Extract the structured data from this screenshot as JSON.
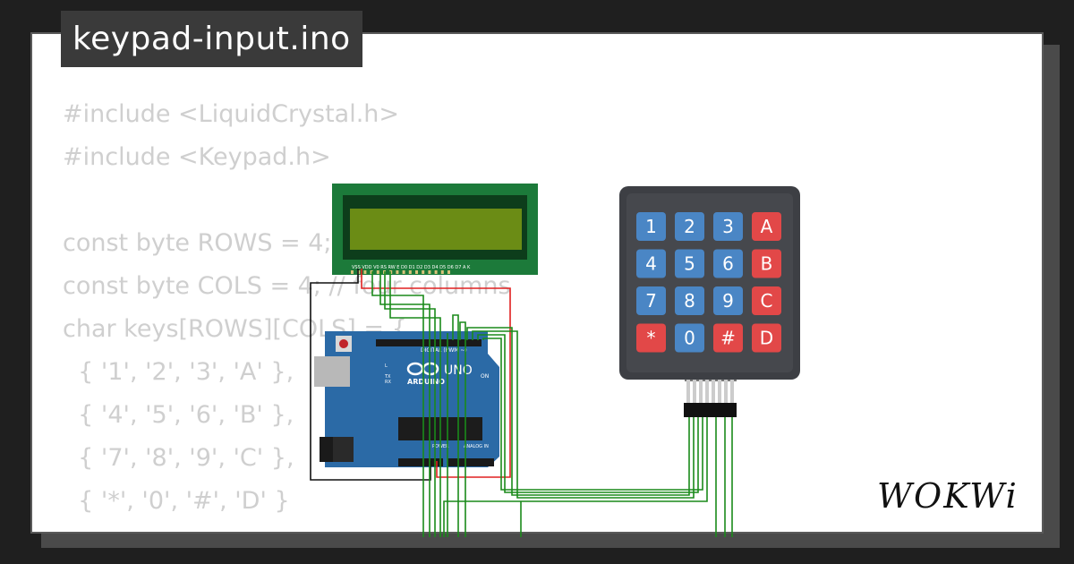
{
  "project": {
    "filename": "keypad-input.ino"
  },
  "code_lines": [
    "#include <LiquidCrystal.h>",
    "#include <Keypad.h>",
    "",
    "const byte ROWS = 4; // four rows",
    "const byte COLS = 4; // four columns",
    "char keys[ROWS][COLS] = {",
    "  { '1', '2', '3', 'A' },",
    "  { '4', '5', '6', 'B' },",
    "  { '7', '8', '9', 'C' },",
    "  { '*', '0', '#', 'D' }",
    "};"
  ],
  "keypad": {
    "keys": [
      [
        "1",
        "2",
        "3",
        "A"
      ],
      [
        "4",
        "5",
        "6",
        "B"
      ],
      [
        "7",
        "8",
        "9",
        "C"
      ],
      [
        "*",
        "0",
        "#",
        "D"
      ]
    ],
    "colors": {
      "digit": "#4a86c5",
      "letter": "#e24848",
      "body": "#3d3f44"
    }
  },
  "arduino": {
    "brand": "ARDUINO",
    "model": "UNO",
    "digital_label": "DIGITAL (PWM ~)",
    "power_label": "POWER",
    "analog_label": "ANALOG IN",
    "on_label": "ON",
    "tx_label": "TX",
    "rx_label": "RX",
    "l_label": "L",
    "board_color": "#2b6aa6"
  },
  "lcd": {
    "pin_labels": "VSS VDD V0 RS RW E D0 D1 D2 D3 D4 D5 D6 D7 A K",
    "board_color": "#1c7a3a",
    "screen_color": "#6b8c15"
  },
  "wire_colors": {
    "signal": "#1a8a1a",
    "power": "#e02020",
    "ground": "#111111"
  },
  "logo": {
    "text": "WOKWi"
  }
}
